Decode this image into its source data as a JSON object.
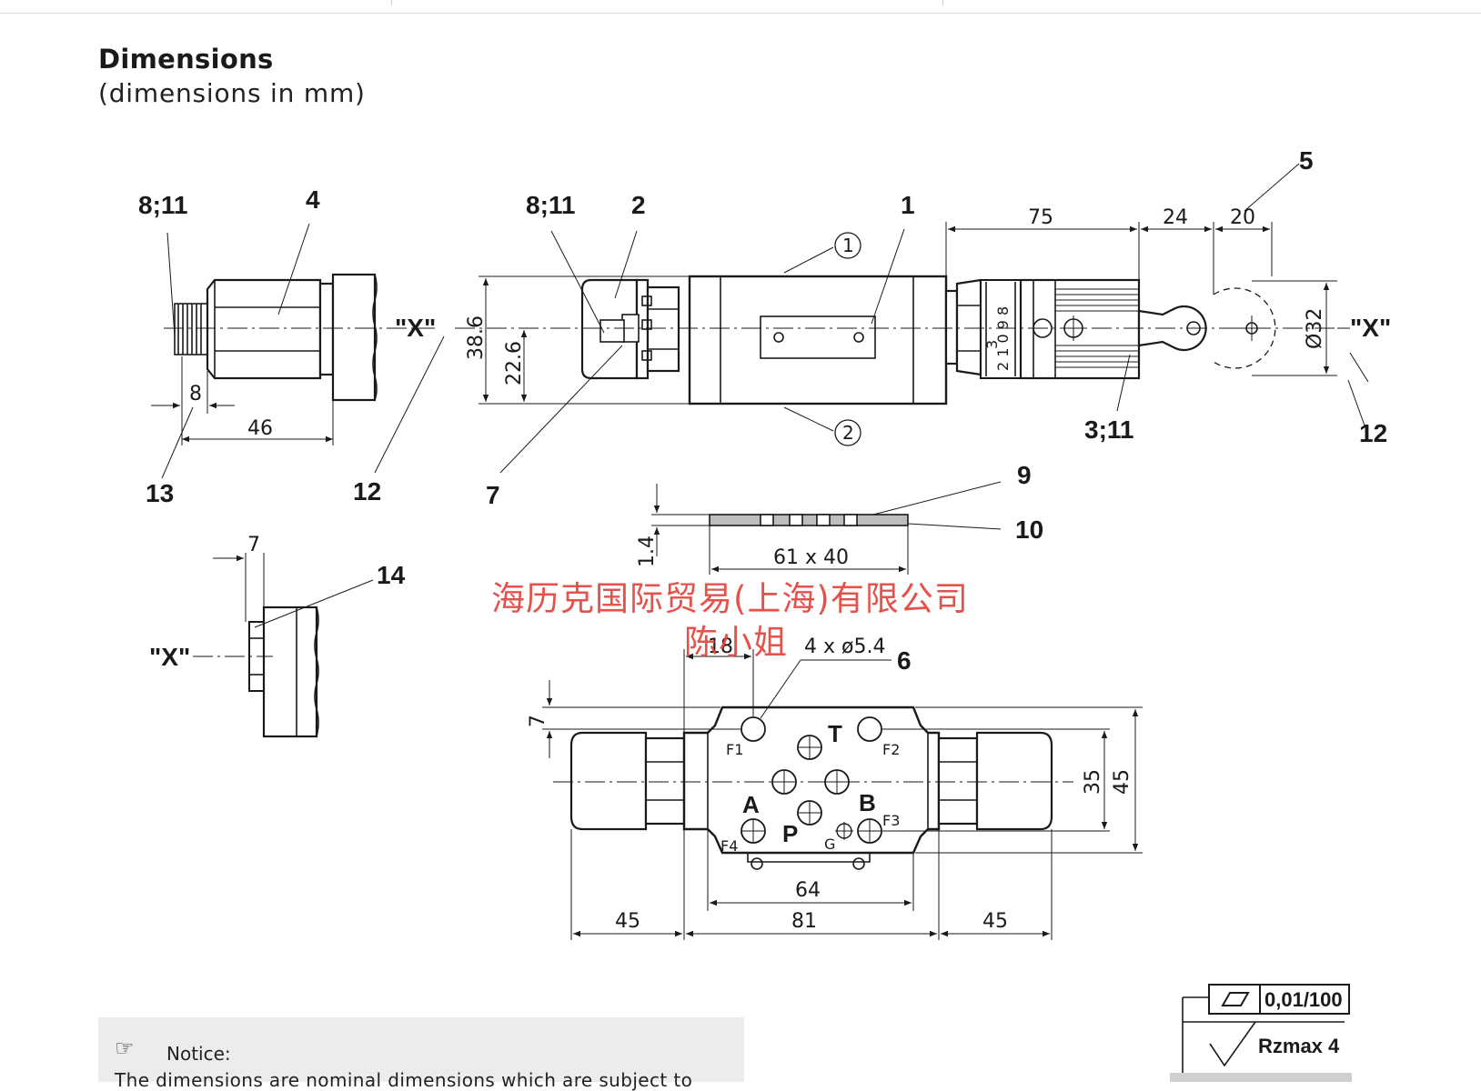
{
  "heading": {
    "title": "Dimensions",
    "subtitle": "(dimensions in mm)"
  },
  "callouts": {
    "c_8_11_left": "8;11",
    "c_4": "4",
    "c_8_11_mid": "8;11",
    "c_2": "2",
    "c_1": "1",
    "c_5": "5",
    "c_x_left": "\"X\"",
    "c_x_right": "\"X\"",
    "c_x_small": "\"X\"",
    "c_3_11": "3;11",
    "c_12_right": "12",
    "c_13": "13",
    "c_12_left": "12",
    "c_7": "7",
    "c_9": "9",
    "c_10": "10",
    "c_14": "14",
    "c_6": "6",
    "circle_1": "1",
    "circle_2": "2"
  },
  "dimensions": {
    "d_8": "8",
    "d_46": "46",
    "d_38_6": "38.6",
    "d_22_6": "22.6",
    "d_75": "75",
    "d_24": "24",
    "d_20": "20",
    "d_32": "Ø32",
    "d_1_4": "1.4",
    "d_61x40": "61 x 40",
    "d_7_small": "7",
    "d_18": "18",
    "d_4x5_4": "4 x ø5.4",
    "d_7_left": "7",
    "d_35": "35",
    "d_45_right": "45",
    "d_64": "64",
    "d_81": "81",
    "d_45_a": "45",
    "d_45_b": "45"
  },
  "ports": {
    "T": "T",
    "A": "A",
    "B": "B",
    "P": "P",
    "F1": "F1",
    "F2": "F2",
    "F3": "F3",
    "F4": "F4",
    "G": "G"
  },
  "knob_scale": "2 1 0 9 8",
  "knob_scale_b": "3",
  "tolerance": {
    "flatness": "0,01/100",
    "roughness": "Rzmax 4"
  },
  "notice": {
    "icon": "pointing-hand-icon",
    "label": "Notice:",
    "text": "The dimensions are nominal dimensions which are subject to"
  },
  "watermark": {
    "line1": "海历克国际贸易(上海)有限公司",
    "line2": "陈小姐"
  }
}
